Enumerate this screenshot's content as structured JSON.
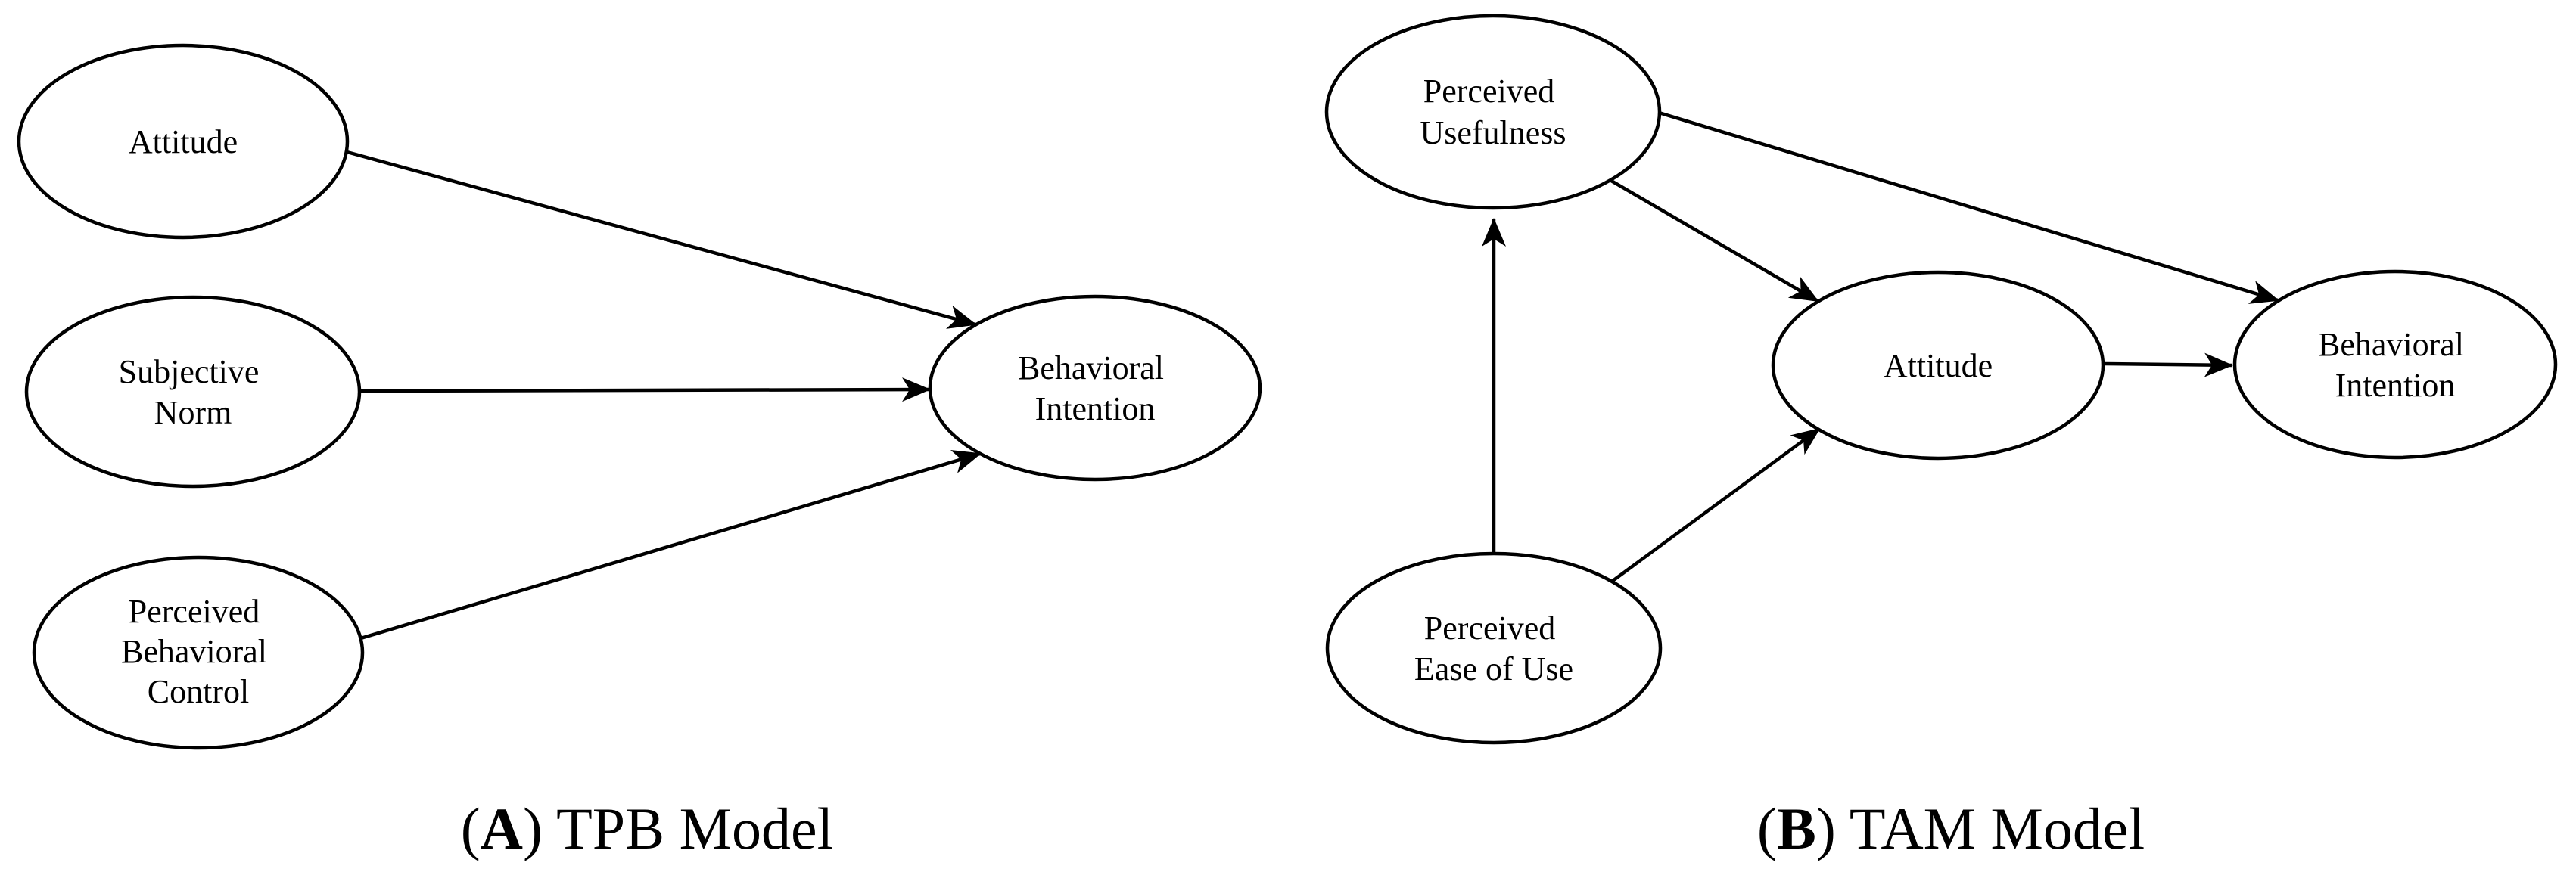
{
  "figure": {
    "background_color": "#ffffff",
    "stroke_color": "#000000",
    "panels": [
      {
        "id": "A",
        "model_name": "TPB Model",
        "caption": {
          "open_paren": "(",
          "letter": "A",
          "close_paren": ")",
          "text": " TPB Model"
        },
        "nodes": [
          {
            "key": "attitude",
            "lines": [
              "Attitude"
            ]
          },
          {
            "key": "subjective-norm",
            "lines": [
              "Subjective",
              "Norm"
            ]
          },
          {
            "key": "perceived-behavioral-control",
            "lines": [
              "Perceived",
              "Behavioral",
              "Control"
            ]
          },
          {
            "key": "behavioral-intention",
            "lines": [
              "Behavioral",
              "Intention"
            ]
          }
        ],
        "edges": [
          {
            "from": "attitude",
            "to": "behavioral-intention"
          },
          {
            "from": "subjective-norm",
            "to": "behavioral-intention"
          },
          {
            "from": "perceived-behavioral-control",
            "to": "behavioral-intention"
          }
        ]
      },
      {
        "id": "B",
        "model_name": "TAM Model",
        "caption": {
          "open_paren": "(",
          "letter": "B",
          "close_paren": ")",
          "text": " TAM Model"
        },
        "nodes": [
          {
            "key": "perceived-usefulness",
            "lines": [
              "Perceived",
              "Usefulness"
            ]
          },
          {
            "key": "perceived-ease-of-use",
            "lines": [
              "Perceived",
              "Ease of Use"
            ]
          },
          {
            "key": "attitude",
            "lines": [
              "Attitude"
            ]
          },
          {
            "key": "behavioral-intention",
            "lines": [
              "Behavioral",
              "Intention"
            ]
          }
        ],
        "edges": [
          {
            "from": "perceived-ease-of-use",
            "to": "perceived-usefulness"
          },
          {
            "from": "perceived-usefulness",
            "to": "attitude"
          },
          {
            "from": "perceived-usefulness",
            "to": "behavioral-intention"
          },
          {
            "from": "perceived-ease-of-use",
            "to": "attitude"
          },
          {
            "from": "attitude",
            "to": "behavioral-intention"
          }
        ]
      }
    ]
  }
}
